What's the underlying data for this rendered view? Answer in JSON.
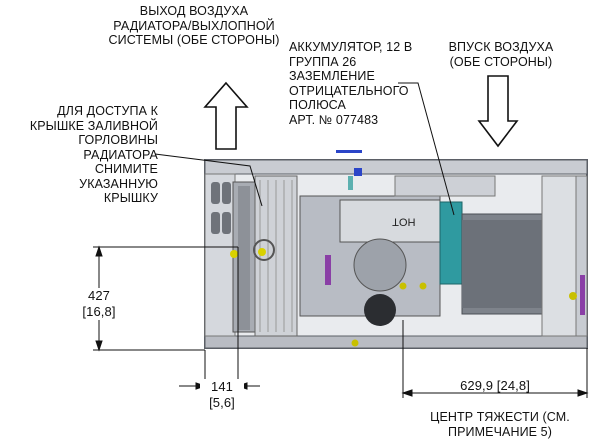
{
  "labels": {
    "exhaust_lines": [
      "ВЫХОД ВОЗДУХА",
      "РАДИАТОРА/ВЫХЛОПНОЙ",
      "СИСТЕМЫ (ОБЕ СТОРОНЫ)"
    ],
    "battery_lines": [
      "АККУМУЛЯТОР, 12 В",
      "ГРУППА 26",
      "ЗАЗЕМЛЕНИЕ",
      "ОТРИЦАТЕЛЬНОГО",
      "ПОЛЮСА",
      "АРТ. № 077483"
    ],
    "intake_lines": [
      "ВПУСК ВОЗДУХА",
      "(ОБЕ СТОРОНЫ)"
    ],
    "cover_lines": [
      "ДЛЯ ДОСТУПА К",
      "КРЫШКЕ ЗАЛИВНОЙ",
      "ГОРЛОВИНЫ",
      "РАДИАТОРА",
      "СНИМИТЕ",
      "УКАЗАННУЮ",
      "КРЫШКУ"
    ],
    "cg_lines": [
      "ЦЕНТР ТЯЖЕСТИ (СМ.",
      "ПРИМЕЧАНИЕ 5)"
    ],
    "engine_mark": "HOT"
  },
  "dimensions": {
    "height_mm": "427",
    "height_in": "[16,8]",
    "offset_mm": "141",
    "offset_in": "[5,6]",
    "cg_value": "629,9 [24,8]"
  }
}
